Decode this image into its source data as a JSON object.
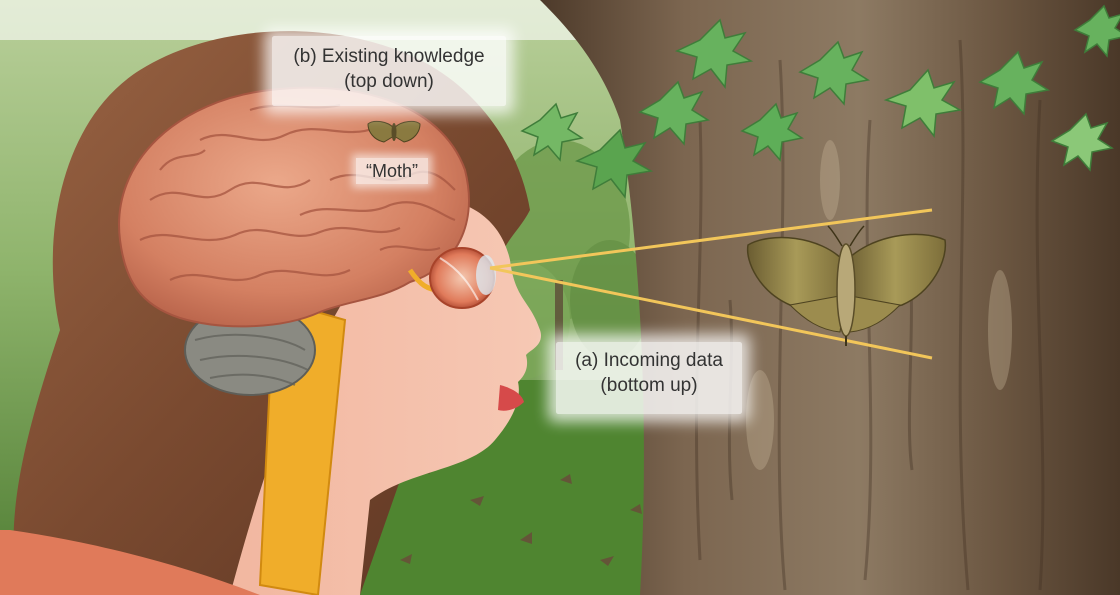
{
  "labels": {
    "incoming": {
      "line1": "(a) Incoming data",
      "line2": "(bottom up)"
    },
    "existing": {
      "line1": "(b) Existing knowledge",
      "line2": "(top down)"
    },
    "concept": "“Moth”"
  },
  "colors": {
    "sight_line": "#f2c65a",
    "tree_bark": "#6b5540",
    "brain": "#d9896a",
    "hair": "#7a4a32",
    "spinal_cord": "#f0ad2a",
    "foliage": "#5aa95a",
    "grass": "#5a8f3a"
  },
  "icons": [
    "moth-icon",
    "small-moth-icon",
    "leaf-icon",
    "brain-illustration",
    "eye-icon",
    "tree-trunk"
  ]
}
